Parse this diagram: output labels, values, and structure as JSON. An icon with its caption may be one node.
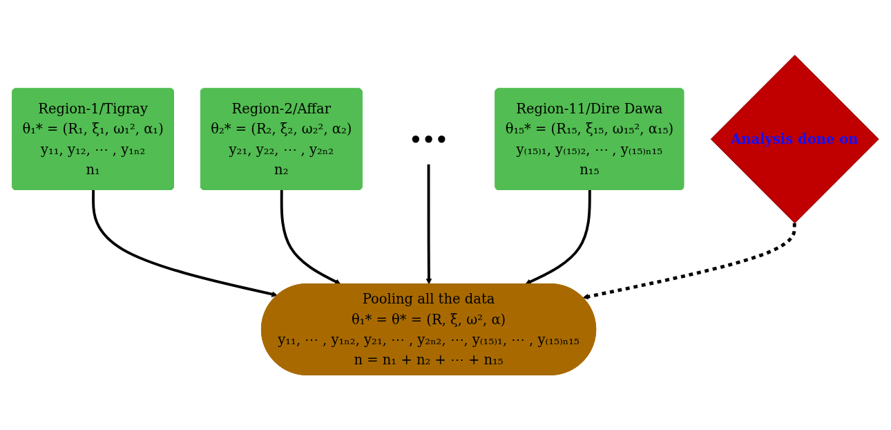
{
  "diagram": {
    "nodes": [
      {
        "text": [
          "Region-1/Tigray",
          "θ₁* = (R₁, ξ₁, ω₁², α₁)",
          "y₁₁, y₁₂, ⋯ , y₁ₙ₂",
          "n₁"
        ]
      },
      {
        "text": [
          "Region-2/Affar",
          "θ₂* = (R₂, ξ₂, ω₂², α₂)",
          "y₂₁, y₂₂, ⋯ , y₂ₙ₂",
          "n₂"
        ]
      },
      {
        "text": [
          "•••"
        ]
      },
      {
        "text": [
          "Region-11/Dire Dawa",
          "θ₁₅* = (R₁₅, ξ₁₅, ω₁₅², α₁₅)",
          "y₍₁₅₎₁, y₍₁₅₎₂, ⋯ , y₍₁₅₎ₙ₁₅",
          "n₁₅"
        ]
      },
      {
        "text": [
          "Pooling all the data",
          "θ₁* = θ* = (R, ξ, ω², α)",
          "y₁₁, ⋯ , y₁ₙ₂, y₂₁, ⋯ , y₂ₙ₂, ⋯, y₍₁₅₎₁, ⋯ , y₍₁₅₎ₙ₁₅",
          "n = n₁ + n₂ + ⋯ + n₁₅"
        ]
      },
      {
        "text": [
          "Analysis done on"
        ]
      }
    ],
    "edges": [
      {
        "from": 0,
        "to": 4,
        "arrow": "to"
      },
      {
        "from": 1,
        "to": 4,
        "arrow": "to"
      },
      {
        "from": 2,
        "to": 4,
        "arrow": "to"
      },
      {
        "from": 3,
        "to": 4,
        "arrow": "to"
      },
      {
        "from": 5,
        "to": 4,
        "arrow": "to",
        "style": "dashed"
      }
    ]
  }
}
